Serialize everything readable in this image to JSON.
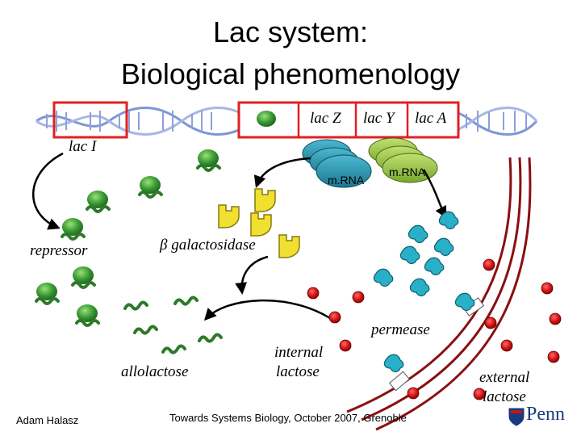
{
  "title": {
    "line1": "Lac system:",
    "line2": "Biological phenomenology"
  },
  "genes": {
    "lac_z": "lac Z",
    "lac_y": "lac Y",
    "lac_a": "lac A",
    "lac_i": "lac I"
  },
  "labels": {
    "mrna_1": "m.RNA",
    "mrna_2": "m.RNA",
    "repressor": "repressor",
    "beta_galactosidase": "β galactosidase",
    "permease": "permease",
    "allolactose": "allolactose",
    "internal_lactose_1": "internal",
    "internal_lactose_2": "lactose",
    "external_lactose_1": "external",
    "external_lactose_2": "lactose"
  },
  "footer": {
    "author": "Adam Halasz",
    "conference": "Towards Systems Biology, October 2007, Grenoble",
    "logo_text": "Penn"
  },
  "colors": {
    "dna": "#8fa0d8",
    "highlight_box": "#e02020",
    "repressor": "#2e8b2e",
    "mrna_blue": "#2090a8",
    "mrna_green": "#98c040",
    "enzyme_yellow": "#f0e030",
    "permease_cyan": "#20a8c0",
    "lactose_red": "#d01010",
    "membrane": "#8a1010"
  }
}
